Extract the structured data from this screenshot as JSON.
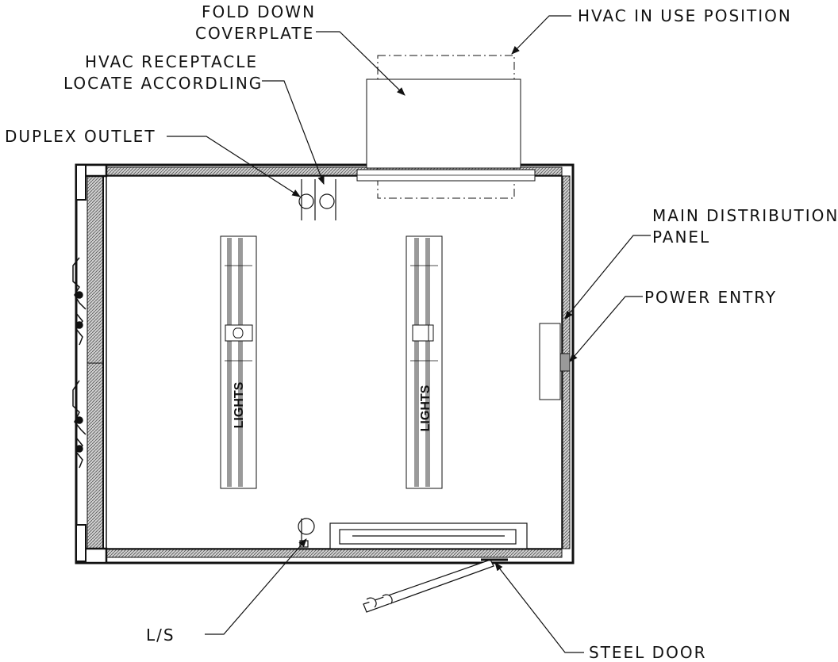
{
  "callouts": {
    "fold_down": "FOLD DOWN",
    "coverplate": "COVERPLATE",
    "hvac_in_use": "HVAC IN USE POSITION",
    "hvac_receptacle": "HVAC RECEPTACLE",
    "locate_accordling": "LOCATE ACCORDLING",
    "duplex_outlet": "DUPLEX OUTLET",
    "main_distribution": "MAIN DISTRIBUTION",
    "panel": "PANEL",
    "power_entry": "POWER ENTRY",
    "ls": "L/S",
    "steel_door": "STEEL DOOR"
  },
  "fixtures": {
    "lights_left": "LIGHTS",
    "lights_right": "LIGHTS"
  },
  "colors": {
    "line": "#111111",
    "light_tube": "#9a9a9a",
    "wall_hatch": "#bdbdbd"
  }
}
